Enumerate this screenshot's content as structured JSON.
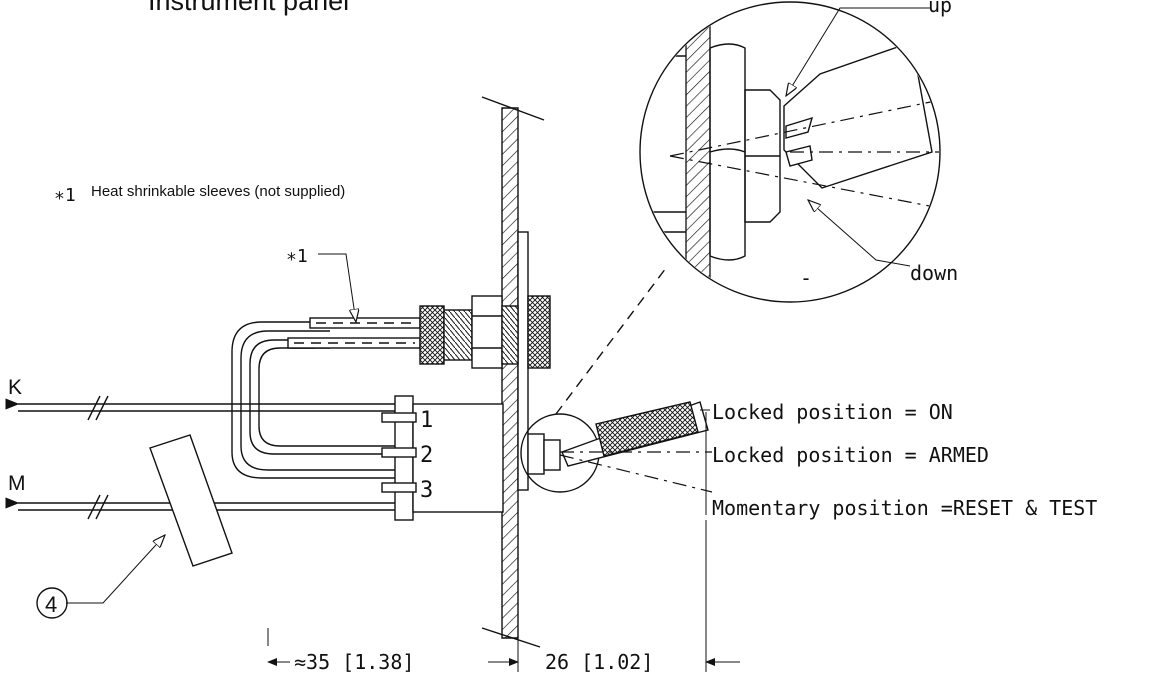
{
  "title": "Instrument panel",
  "note": {
    "marker": "∗1",
    "text": "Heat shrinkable sleeves (not supplied)"
  },
  "callouts": {
    "sleeve_marker": "∗1",
    "up": "up",
    "down": "down",
    "minus": "-",
    "item_number": "4"
  },
  "wires": {
    "k": "K",
    "m": "M"
  },
  "terminals": [
    "1",
    "2",
    "3"
  ],
  "positions": [
    "Locked position = ON",
    "Locked position = ARMED",
    "Momentary position =RESET & TEST"
  ],
  "dimensions": {
    "left": "≈35 [1.38]",
    "right": "26 [1.02]"
  }
}
